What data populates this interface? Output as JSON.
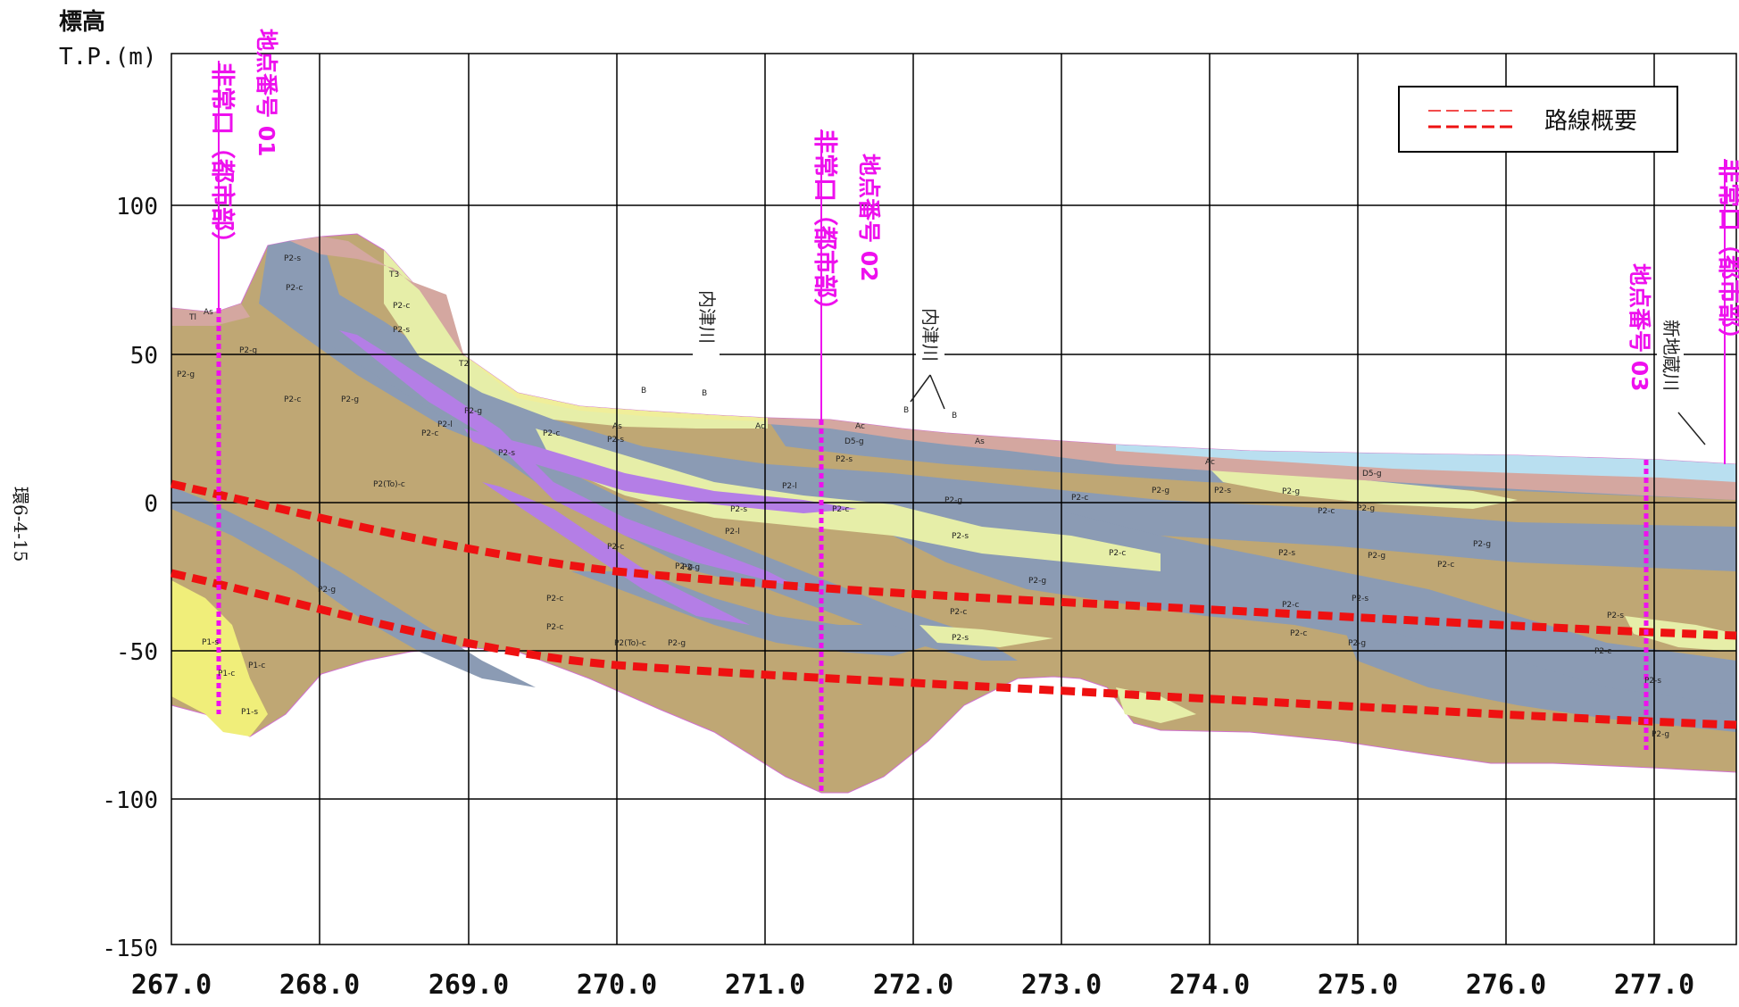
{
  "y_axis": {
    "title_line1": "標高",
    "title_line2": "T.P.(m)",
    "ticks": [
      "100",
      "50",
      "0",
      "-50",
      "-100",
      "-150"
    ]
  },
  "x_axis": {
    "ticks": [
      "267.0",
      "268.0",
      "269.0",
      "270.0",
      "271.0",
      "272.0",
      "273.0",
      "274.0",
      "275.0",
      "276.0",
      "277.0"
    ]
  },
  "page_number": "環6-4-15",
  "legend": {
    "label": "路線概要",
    "color": "#ee1111"
  },
  "markers": [
    {
      "text": "非常口（都市部）",
      "color": "#ee10ee"
    },
    {
      "text": "地点番号 01",
      "color": "#ee10ee"
    },
    {
      "text": "非常口（都市部）",
      "color": "#ee10ee"
    },
    {
      "text": "地点番号 02",
      "color": "#ee10ee"
    },
    {
      "text": "地点番号 03",
      "color": "#ee10ee"
    },
    {
      "text": "非常口（都市部）",
      "color": "#ee10ee"
    }
  ],
  "rivers": [
    {
      "text": "内津川"
    },
    {
      "text": "内津川"
    },
    {
      "text": "新地蔵川"
    }
  ],
  "geo_labels": [
    "Tl",
    "As",
    "P2-s",
    "P2-c",
    "T3",
    "P2-c",
    "P2-s",
    "P2-g",
    "P2-g",
    "T2",
    "P2-c",
    "P2-g",
    "P2-c",
    "P2-l",
    "P2-g",
    "P2(To)-c",
    "P2-s",
    "P2-c",
    "P2-s",
    "As",
    "Ac",
    "D5-g",
    "Ac",
    "As",
    "P2-s",
    "P2-l",
    "P2-c",
    "P2-s",
    "P2-l",
    "P2-g",
    "P2-c",
    "P2-g",
    "P2-c",
    "P2(To)-c",
    "P2-g",
    "P2-c",
    "P1-s",
    "P1-c",
    "P1-c",
    "P1-s",
    "P2-g",
    "P2-s",
    "P2-g",
    "P2-c",
    "P2-g",
    "P2-c",
    "P2-s",
    "P2-c",
    "P2-g",
    "P2-s",
    "Ac",
    "D5-g",
    "P2-g",
    "P2-c",
    "P2-g",
    "P2-s",
    "P2-c",
    "P2-g",
    "P2-c",
    "P2-s",
    "P2-g",
    "P2-g",
    "P2-c",
    "P2-s",
    "P2-c",
    "P2-g",
    "P2-s",
    "B",
    "B",
    "B",
    "B"
  ],
  "colors": {
    "gravel": "#bfa774",
    "clay": "#8b9bb4",
    "sand": "#e6eea8",
    "lignite": "#b47ee6",
    "alluvium_red": "#d4a7a0",
    "alluvium_blue": "#b9dff0",
    "p1_yellow": "#f0ee7a",
    "grid": "#000000",
    "route": "#ee1111",
    "marker": "#ee10ee"
  }
}
